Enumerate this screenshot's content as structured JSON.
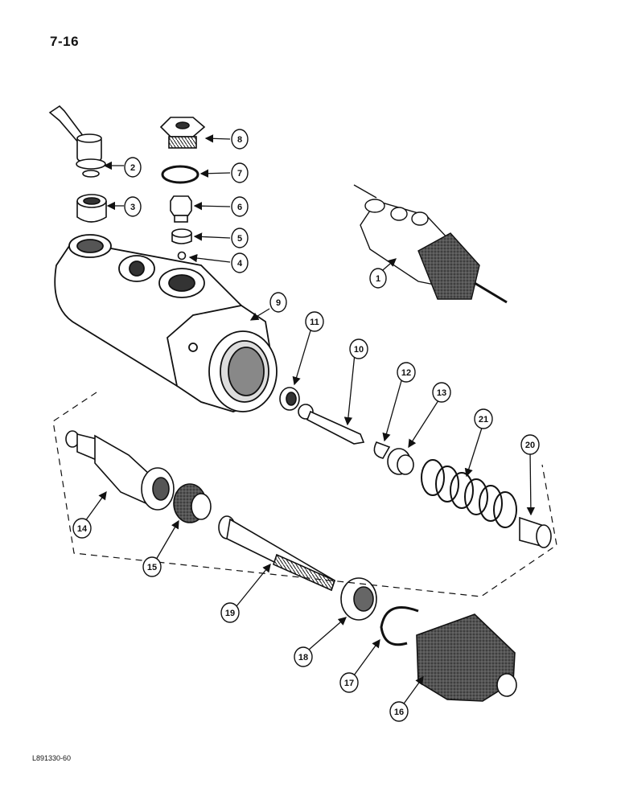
{
  "page": {
    "page_number": "7-16",
    "ref_code": "L891330-60"
  },
  "callouts": [
    "1",
    "2",
    "3",
    "4",
    "5",
    "6",
    "7",
    "8",
    "9",
    "10",
    "11",
    "12",
    "13",
    "14",
    "15",
    "16",
    "17",
    "18",
    "19",
    "20",
    "21"
  ]
}
